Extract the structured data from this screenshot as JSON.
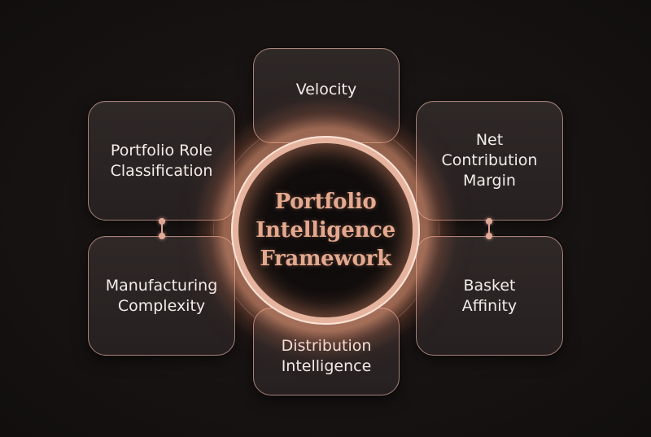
{
  "hub": {
    "title": "Portfolio\nIntelligence\nFramework"
  },
  "nodes": {
    "top": "Velocity",
    "top_left": "Portfolio Role\nClassification",
    "top_right": "Net\nContribution\nMargin",
    "bottom_left": "Manufacturing\nComplexity",
    "bottom_right": "Basket\nAffinity",
    "bottom": "Distribution\nIntelligence"
  },
  "colors": {
    "background": "#151111",
    "card_fill": "#2b2423",
    "card_border": "#a9837a",
    "accent_copper": "#e4a98f",
    "node_text": "#f2ece9"
  }
}
